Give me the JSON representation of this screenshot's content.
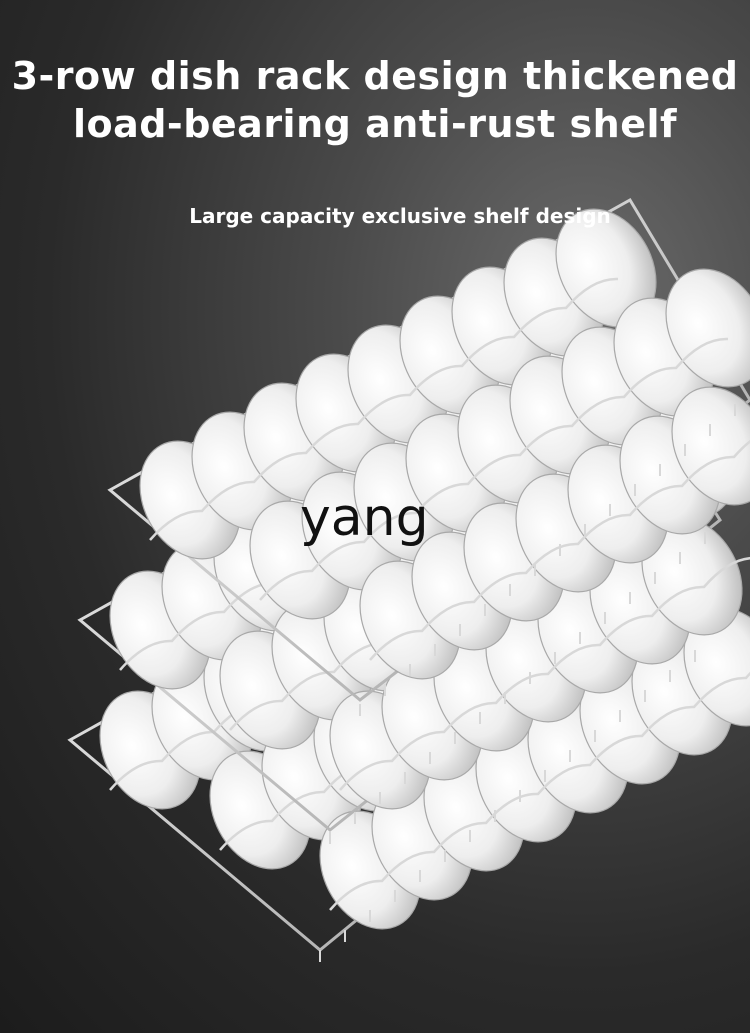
{
  "headline": {
    "line1": "3-row dish rack design thickened",
    "line2": "load-bearing anti-rust shelf"
  },
  "subheadline": "Large capacity exclusive shelf design",
  "watermark": "yang",
  "colors": {
    "background_dark": "#1c1c1c",
    "background_light": "#6b6b6b",
    "text": "#ffffff",
    "bowl": "#f2f2f2",
    "wire": "#d8d8d8"
  }
}
